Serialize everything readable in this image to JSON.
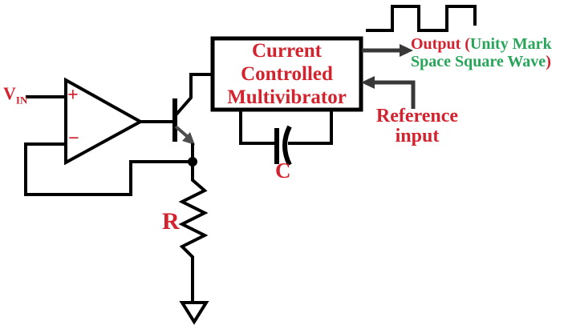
{
  "labels": {
    "vin": {
      "base": "V",
      "sub": "IN"
    },
    "opamp_plus": "+",
    "opamp_minus": "−",
    "multivibrator": {
      "line1": "Current",
      "line2": "Controlled",
      "line3": "Multivibrator"
    },
    "capacitor": "C",
    "resistor": "R",
    "reference": {
      "line1": "Reference",
      "line2": "input"
    },
    "output": {
      "red_open": "Output (",
      "green_line1": "Unity Mark",
      "green_line2": "Space Square Wave",
      "red_close": ")"
    }
  },
  "colors": {
    "label_red": "#d2232e",
    "label_green": "#27a659",
    "wire_black": "#000000",
    "arrow_gray": "#383838",
    "emitter_gray": "#4d4d4d",
    "background": "#ffffff"
  },
  "icons": {
    "square_wave": "square-wave-symbol",
    "opamp": "opamp-symbol",
    "transistor": "transistor-symbol",
    "resistor": "resistor-symbol",
    "capacitor": "capacitor-symbol",
    "ground": "ground-symbol",
    "output_arrow": "output-arrow-icon",
    "reference_arrow": "reference-arrow-icon"
  }
}
